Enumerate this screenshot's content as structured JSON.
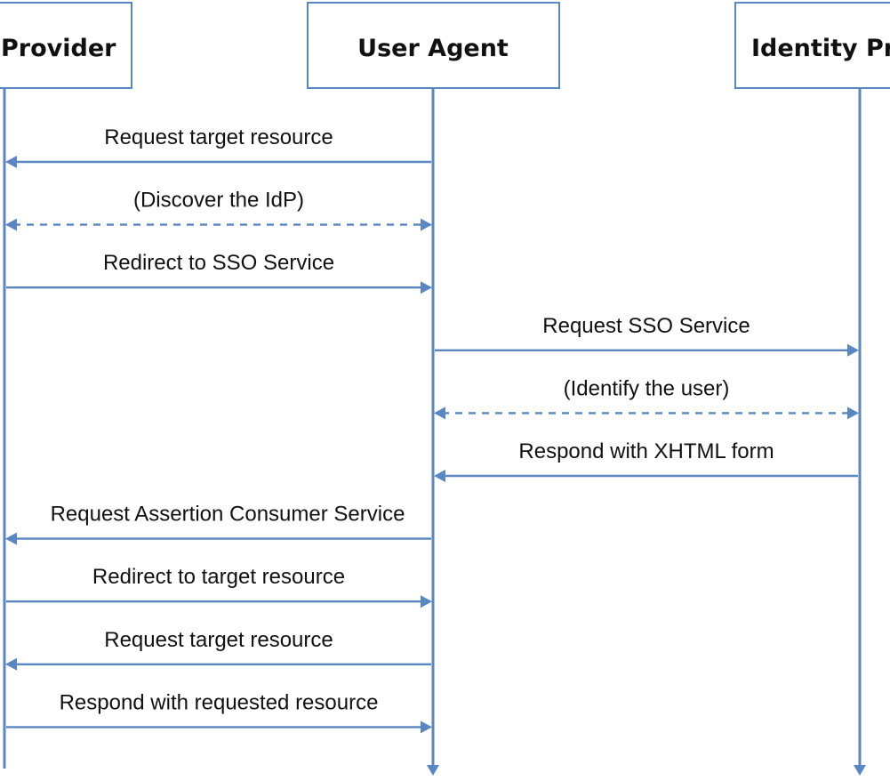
{
  "actors": [
    {
      "id": "sp",
      "label": "Provider"
    },
    {
      "id": "ua",
      "label": "User Agent"
    },
    {
      "id": "idp",
      "label": "Identity Pr"
    }
  ],
  "messages": [
    {
      "from": "ua",
      "to": "sp",
      "label": "Request target resource",
      "style": "solid",
      "bidirectional": false
    },
    {
      "from": "sp",
      "to": "ua",
      "label": "(Discover the IdP)",
      "style": "dashed",
      "bidirectional": true
    },
    {
      "from": "sp",
      "to": "ua",
      "label": "Redirect to SSO Service",
      "style": "solid",
      "bidirectional": false
    },
    {
      "from": "ua",
      "to": "idp",
      "label": "Request SSO Service",
      "style": "solid",
      "bidirectional": false
    },
    {
      "from": "ua",
      "to": "idp",
      "label": "(Identify the user)",
      "style": "dashed",
      "bidirectional": true
    },
    {
      "from": "idp",
      "to": "ua",
      "label": "Respond with XHTML form",
      "style": "solid",
      "bidirectional": false
    },
    {
      "from": "ua",
      "to": "sp",
      "label": "Request Assertion Consumer Service",
      "style": "solid",
      "bidirectional": false
    },
    {
      "from": "sp",
      "to": "ua",
      "label": "Redirect to target resource",
      "style": "solid",
      "bidirectional": false
    },
    {
      "from": "ua",
      "to": "sp",
      "label": "Request target resource",
      "style": "solid",
      "bidirectional": false
    },
    {
      "from": "sp",
      "to": "ua",
      "label": "Respond with requested resource",
      "style": "solid",
      "bidirectional": false
    }
  ],
  "colors": {
    "line": "#5a86c2",
    "text": "#111111",
    "box_fill": "#ffffff"
  }
}
